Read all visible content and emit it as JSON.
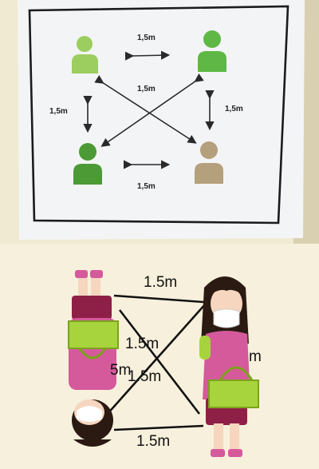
{
  "photo": {
    "distance_labels": {
      "top": "1,5m",
      "diagonal": "1,5m",
      "left": "1,5m",
      "right": "1,5m",
      "bottom": "1,5m"
    },
    "colors": {
      "paper": "#f3f4f6",
      "frame": "#1b1b1b",
      "figure_light_green": "#9ccd5f",
      "figure_green": "#5fb845",
      "figure_dark_green": "#4b9a35",
      "figure_tan": "#b4a07c"
    }
  },
  "illustration": {
    "distance_labels": {
      "top": "1.5m",
      "center_upper": "1.5m",
      "center_lower": "1.5m",
      "bottom": "1.5m",
      "partial_left": "5m",
      "partial_right": "m"
    },
    "colors": {
      "background": "#f7f0dc",
      "shirt": "#d55a9c",
      "skirt": "#8e2048",
      "basket": "#a7d43c",
      "hair": "#2a1a12",
      "skin": "#f6d6bf",
      "mask": "#ffffff"
    }
  }
}
